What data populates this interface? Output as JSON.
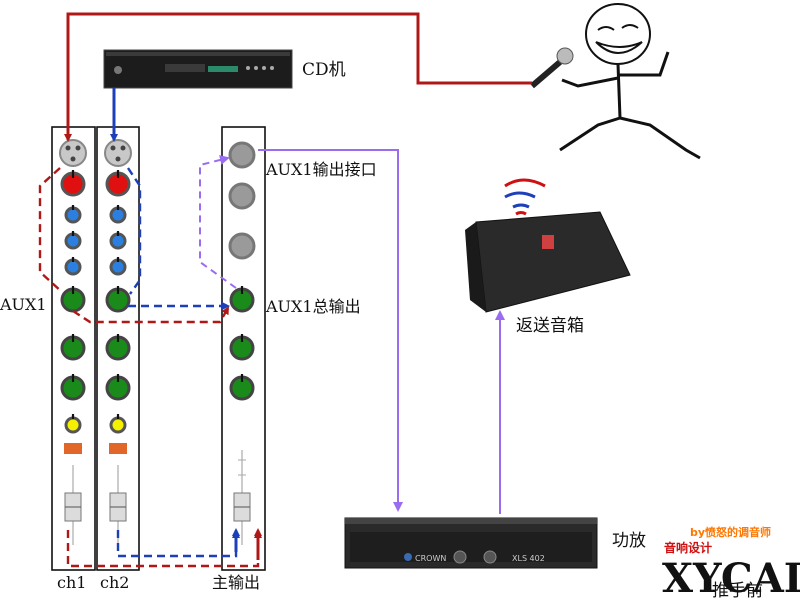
{
  "diagram": {
    "labels": {
      "cd_player": "CD机",
      "aux1_left": "AUX1",
      "aux1_output_jack": "AUX1输出接口",
      "aux1_master_out": "AUX1总输出",
      "monitor_speaker": "返送音箱",
      "ch1": "ch1",
      "ch2": "ch2",
      "main_out": "主输出",
      "amplifier": "功放"
    },
    "device_marks": {
      "amp_brand": "CROWN",
      "amp_model": "XLS 402"
    },
    "watermark": {
      "author": "by愤怒的调音师",
      "site_cn": "音响设计",
      "site_logo": "XYCAD",
      "partial_text": "推手前"
    },
    "colors": {
      "red_signal": "#b01818",
      "blue_signal": "#1d3fb8",
      "purple_signal": "#9a6cf0",
      "knob_green": "#1a8a1a",
      "knob_red": "#e01010",
      "knob_blue": "#2a7fe0",
      "knob_yellow": "#f4f000"
    },
    "icons": [
      "mixer-channel-strip",
      "cd-player",
      "power-amplifier",
      "stage-monitor-speaker",
      "stick-figure-singer",
      "microphone",
      "fader"
    ]
  }
}
